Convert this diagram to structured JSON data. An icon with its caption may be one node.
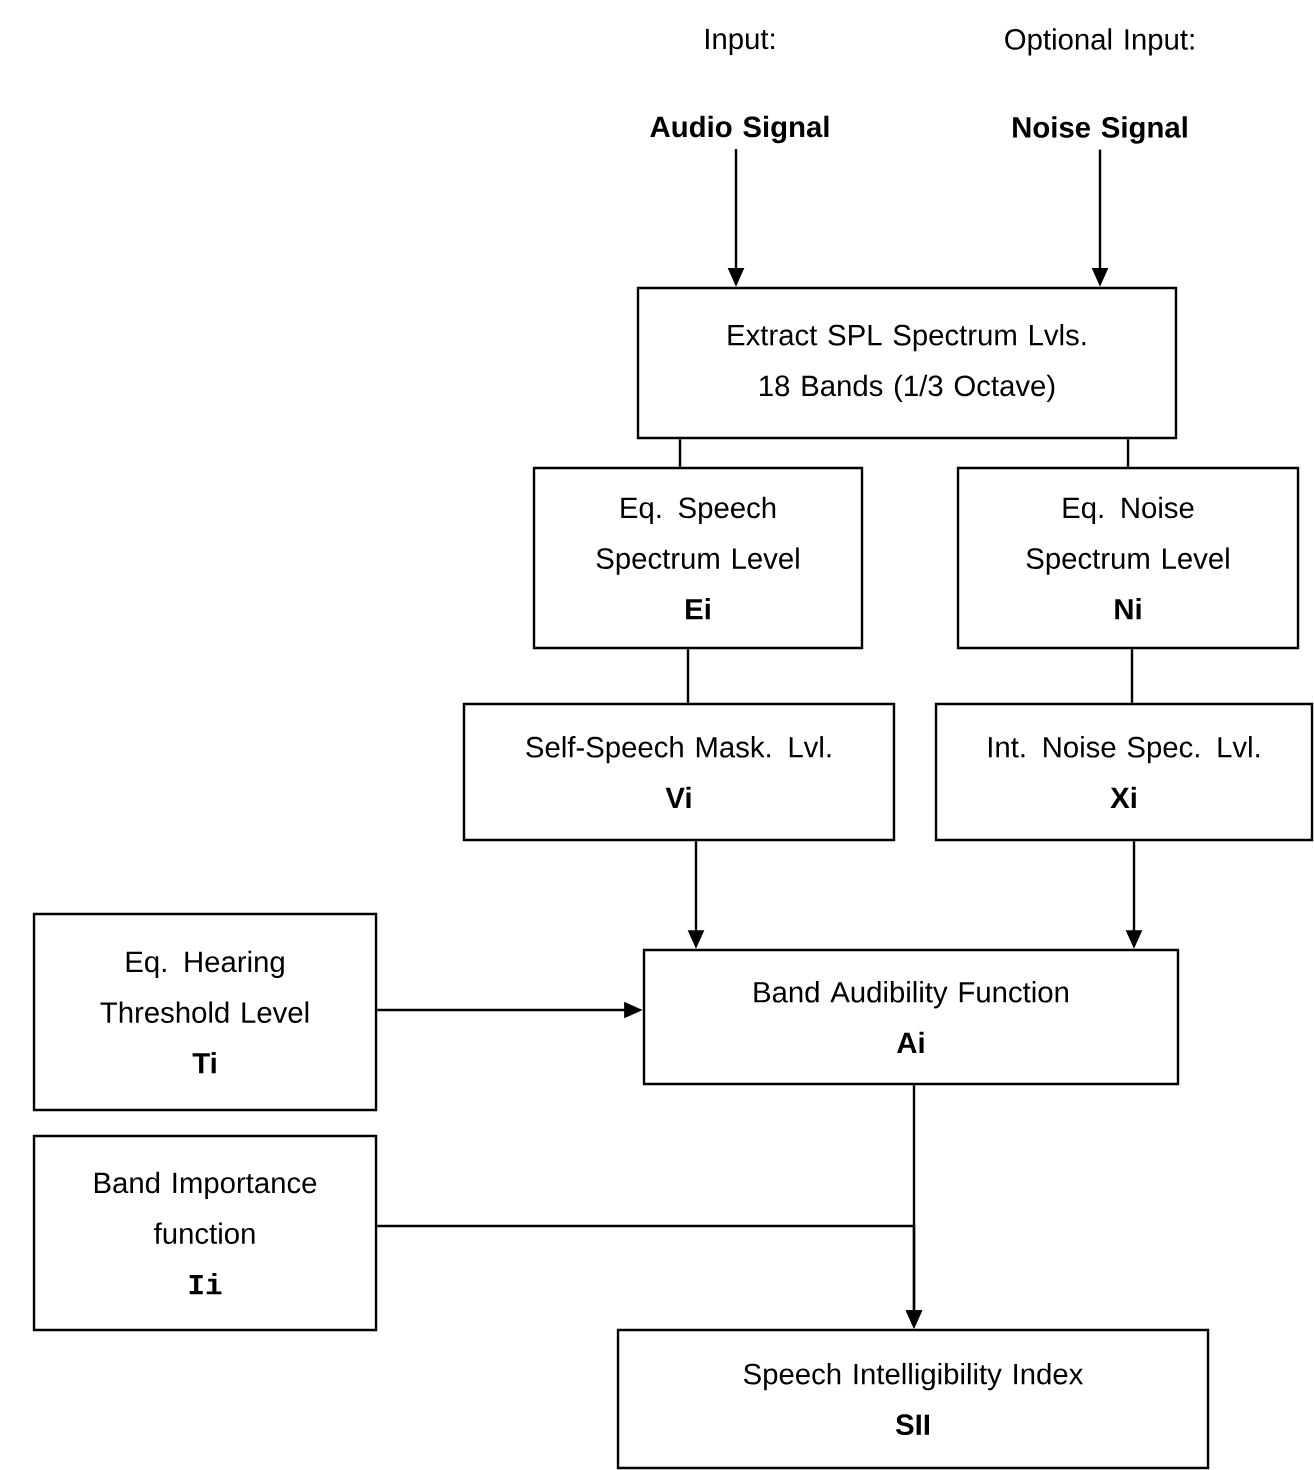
{
  "diagram": {
    "nodes": [
      {
        "text": [
          "Input:",
          "Audio Signal"
        ]
      },
      {
        "text": [
          "Optional Input:",
          "Noise Signal"
        ]
      },
      {
        "text": [
          "Extract SPL Spectrum Lvls. 18 Bands (1/3 Octave)"
        ]
      },
      {
        "text": [
          "Eq. Speech Spectrum Level",
          "Ei"
        ]
      },
      {
        "text": [
          "Eq. Noise Spectrum Level",
          "Ni"
        ]
      },
      {
        "text": [
          "Self-Speech Mask. Lvl.",
          "Vi"
        ]
      },
      {
        "text": [
          "Int. Noise Spec. Lvl.",
          "Xi"
        ]
      },
      {
        "text": [
          "Eq. Hearing Threshold Level",
          "Ti"
        ]
      },
      {
        "text": [
          "Band Audibility Function",
          "Ai"
        ]
      },
      {
        "text": [
          "Band Importance function",
          "Ii"
        ]
      },
      {
        "text": [
          "Speech Intelligibility Index",
          "SII"
        ]
      }
    ],
    "edges": [
      {
        "from": 0,
        "to": 2,
        "arrow": "to"
      },
      {
        "from": 1,
        "to": 2,
        "arrow": "to"
      },
      {
        "from": 2,
        "to": 3,
        "arrow": "none"
      },
      {
        "from": 2,
        "to": 4,
        "arrow": "none"
      },
      {
        "from": 3,
        "to": 5,
        "arrow": "none"
      },
      {
        "from": 4,
        "to": 6,
        "arrow": "none"
      },
      {
        "from": 5,
        "to": 8,
        "arrow": "to"
      },
      {
        "from": 6,
        "to": 8,
        "arrow": "to"
      },
      {
        "from": 7,
        "to": 8,
        "arrow": "to"
      },
      {
        "from": 8,
        "to": 10,
        "arrow": "to"
      },
      {
        "from": 9,
        "to": 10,
        "arrow": "to"
      }
    ]
  }
}
